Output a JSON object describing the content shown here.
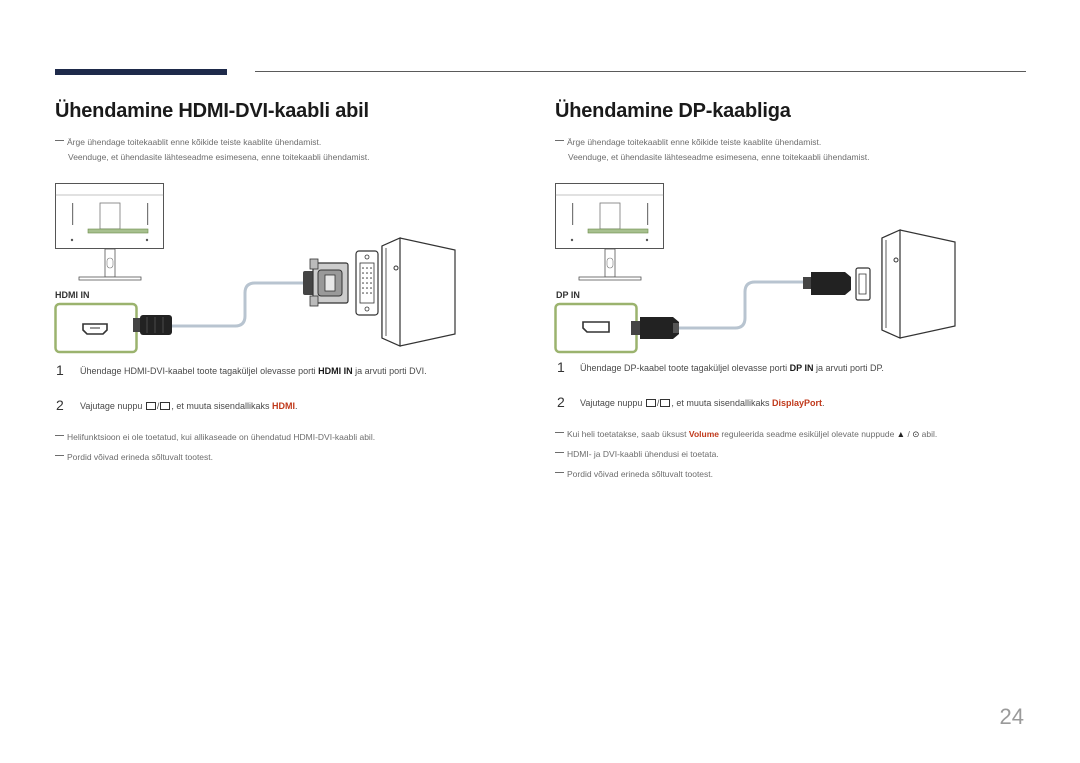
{
  "left": {
    "title": "Ühendamine HDMI-DVI-kaabli abil",
    "note1": "Ärge ühendage toitekaablit enne kõikide teiste kaablite ühendamist.",
    "note2": "Veenduge, et ühendasite lähteseadme esimesena, enne toitekaabli ühendamist.",
    "port_label": "HDMI IN",
    "step1_num": "1",
    "step1_a": "Ühendage HDMI-DVI-kaabel toote tagaküljel olevasse porti ",
    "step1_bold": "HDMI IN",
    "step1_b": " ja arvuti porti DVI.",
    "step2_num": "2",
    "step2_a": "Vajutage nuppu ",
    "step2_sep": "/",
    "step2_b": ", et muuta sisendallikaks ",
    "step2_red": "HDMI",
    "step2_end": ".",
    "foot1": "Helifunktsioon ei ole toetatud, kui allikaseade on ühendatud HDMI-DVI-kaabli abil.",
    "foot2": "Pordid võivad erineda sõltuvalt tootest."
  },
  "right": {
    "title": "Ühendamine DP-kaabliga",
    "note1": "Ärge ühendage toitekaablit enne kõikide teiste kaablite ühendamist.",
    "note2": "Veenduge, et ühendasite lähteseadme esimesena, enne toitekaabli ühendamist.",
    "port_label": "DP IN",
    "step1_num": "1",
    "step1_a": "Ühendage DP-kaabel toote tagaküljel olevasse porti ",
    "step1_bold": "DP IN",
    "step1_b": " ja arvuti porti DP.",
    "step2_num": "2",
    "step2_a": "Vajutage nuppu ",
    "step2_sep": "/",
    "step2_b": ", et muuta sisendallikaks ",
    "step2_red": "DisplayPort",
    "step2_end": ".",
    "foot1_a": "Kui heli toetatakse, saab üksust ",
    "foot1_red": "Volume",
    "foot1_b": " reguleerida seadme esiküljel olevate nuppude ",
    "foot1_sep": " / ",
    "foot1_end": " abil.",
    "foot2": "HDMI- ja DVI-kaabli ühendusi ei toetata.",
    "foot3": "Pordid võivad erineda sõltuvalt tootest."
  },
  "page_number": "24",
  "colors": {
    "accent_bar": "#1e2a4a",
    "highlight_red": "#c0391b",
    "port_box_green": "#9bb36e"
  }
}
